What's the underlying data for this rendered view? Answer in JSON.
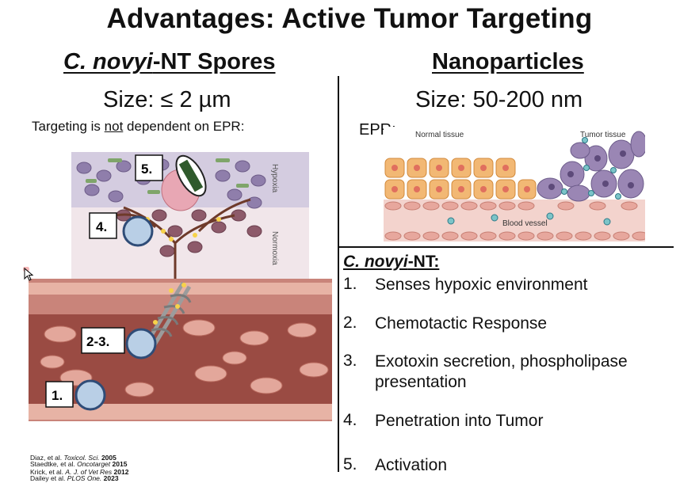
{
  "title": "Advantages: Active Tumor Targeting",
  "left": {
    "heading_italic": "C. novyi",
    "heading_rest": "-NT Spores",
    "size": "Size: ≤ 2 µm",
    "targeting_pre": "Targeting is ",
    "targeting_not": "not",
    "targeting_post": " dependent on EPR:",
    "illustration": {
      "labels": [
        "5.",
        "4.",
        "2-3.",
        "1."
      ],
      "side_labels": [
        "Hypoxia",
        "Normoxia"
      ]
    }
  },
  "right": {
    "heading": "Nanoparticles",
    "size": "Size: 50-200 nm",
    "epr_label": "EPR:",
    "epr_figure": {
      "normal_tissue": "Normal tissue",
      "tumor_tissue": "Tumor tissue",
      "blood_vessel": "Blood vessel"
    }
  },
  "steps": {
    "heading_italic": "C. novyi",
    "heading_rest": "-NT:",
    "items": [
      {
        "num": "1.",
        "text": "Senses hypoxic environment"
      },
      {
        "num": "2.",
        "text": "Chemotactic Response"
      },
      {
        "num": "3.",
        "text": "Exotoxin secretion, phospholipase presentation"
      },
      {
        "num": "4.",
        "text": "Penetration into Tumor"
      },
      {
        "num": "5.",
        "text": "Activation"
      }
    ]
  },
  "citations": [
    {
      "authors": "Diaz, et al.",
      "journal": "Toxicol. Sci.",
      "year": "2005"
    },
    {
      "authors": "Staedtke, et al.",
      "journal": "Oncotarget",
      "year": "2015"
    },
    {
      "authors": "Krick, et al.",
      "journal": "A. J. of Vet Res",
      "year": "2012"
    },
    {
      "authors": "Dailey et al.",
      "journal": "PLOS One.",
      "year": "2023"
    }
  ],
  "colors": {
    "vessel_wall": "#c9847a",
    "vessel_lumen": "#9a4b43",
    "rbc": "#e3a79b",
    "tumor_cell": "#9a86b4",
    "normal_cell": "#f0b872",
    "spore": "#b9cfe6"
  }
}
